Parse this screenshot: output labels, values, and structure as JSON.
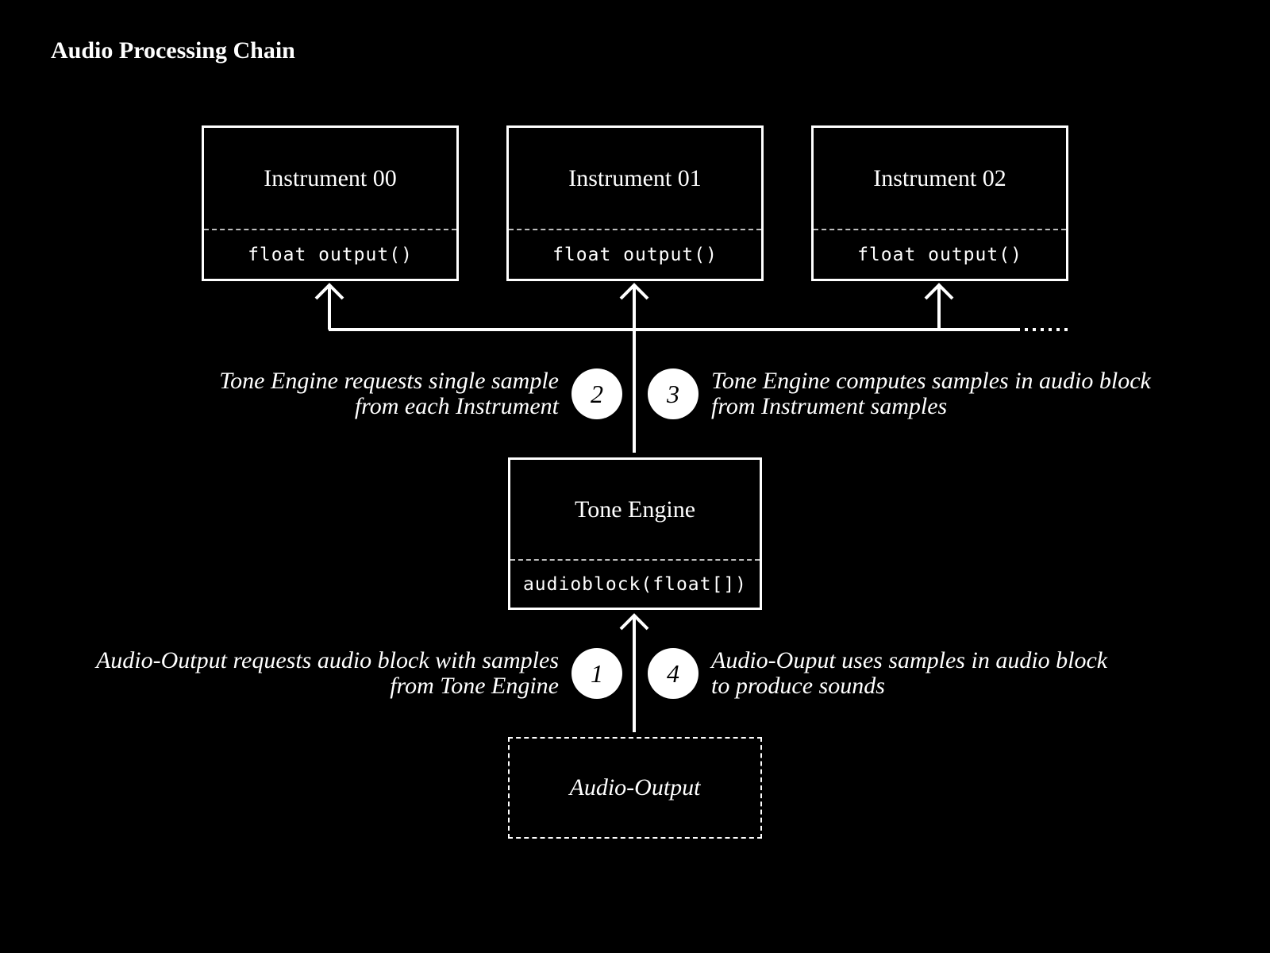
{
  "title": "Audio Processing Chain",
  "instruments": [
    {
      "name": "Instrument 00",
      "method": "float output()"
    },
    {
      "name": "Instrument 01",
      "method": "float output()"
    },
    {
      "name": "Instrument 02",
      "method": "float output()"
    }
  ],
  "tone_engine": {
    "name": "Tone Engine",
    "method": "audioblock(float[])"
  },
  "audio_output": {
    "name": "Audio-Output"
  },
  "steps": [
    {
      "number": "1",
      "lines": [
        "Audio-Output requests audio block with samples",
        "from Tone Engine"
      ]
    },
    {
      "number": "2",
      "lines": [
        "Tone Engine requests single sample",
        "from each Instrument"
      ]
    },
    {
      "number": "3",
      "lines": [
        "Tone Engine computes samples in audio block",
        "from Instrument samples"
      ]
    },
    {
      "number": "4",
      "lines": [
        "Audio-Ouput uses samples in audio block",
        "to produce sounds"
      ]
    }
  ],
  "colors": {
    "background": "#000000",
    "foreground": "#ffffff",
    "separator": "#bdbdbd"
  }
}
